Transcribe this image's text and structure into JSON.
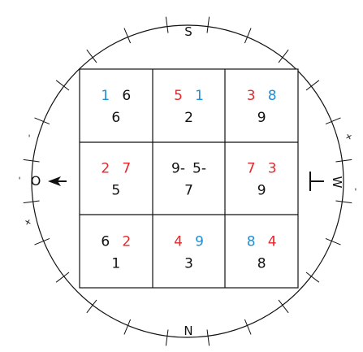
{
  "compass": {
    "top_letter": "S",
    "bottom_letter": "N",
    "left_symbol": "O",
    "right_letter": "W",
    "left_marks": [
      "-",
      "-",
      "+"
    ],
    "right_marks": [
      "+",
      "-"
    ]
  },
  "grid": [
    {
      "top": [
        {
          "text": "1",
          "color": "blue"
        },
        {
          "text": "6",
          "color": "black"
        }
      ],
      "bottom": "6"
    },
    {
      "top": [
        {
          "text": "5",
          "color": "red"
        },
        {
          "text": "1",
          "color": "blue"
        }
      ],
      "bottom": "2"
    },
    {
      "top": [
        {
          "text": "3",
          "color": "red"
        },
        {
          "text": "8",
          "color": "blue"
        }
      ],
      "bottom": "9"
    },
    {
      "top": [
        {
          "text": "2",
          "color": "red"
        },
        {
          "text": "7",
          "color": "red"
        }
      ],
      "bottom": "5"
    },
    {
      "top": [
        {
          "text": "9-",
          "color": "black"
        },
        {
          "text": "5-",
          "color": "black"
        }
      ],
      "bottom": "7"
    },
    {
      "top": [
        {
          "text": "7",
          "color": "red"
        },
        {
          "text": "3",
          "color": "red"
        }
      ],
      "bottom": "9"
    },
    {
      "top": [
        {
          "text": "6",
          "color": "black"
        },
        {
          "text": "2",
          "color": "red"
        }
      ],
      "bottom": "1"
    },
    {
      "top": [
        {
          "text": "4",
          "color": "red"
        },
        {
          "text": "9",
          "color": "blue"
        }
      ],
      "bottom": "3"
    },
    {
      "top": [
        {
          "text": "8",
          "color": "blue"
        },
        {
          "text": "4",
          "color": "red"
        }
      ],
      "bottom": "8"
    }
  ],
  "colors": {
    "black": "#111111",
    "red": "#e8262b",
    "blue": "#1f8fd6",
    "line": "#111111"
  }
}
